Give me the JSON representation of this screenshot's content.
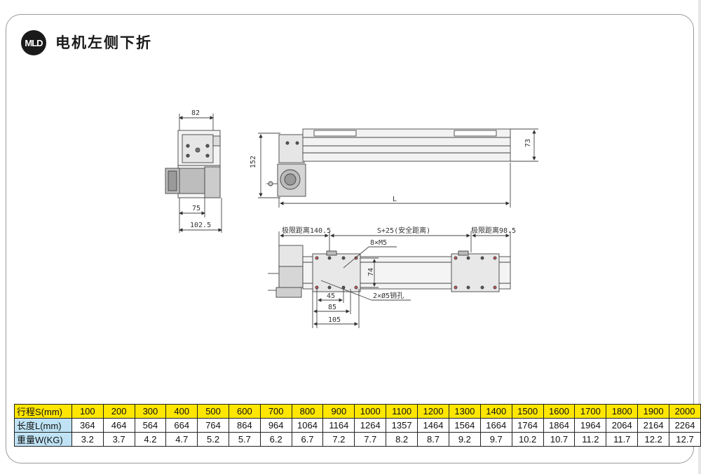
{
  "header": {
    "logo": "MLD",
    "title": "电机左侧下折"
  },
  "drawing": {
    "side_view": {
      "width_top": "82",
      "width_bottom_a": "75",
      "width_bottom_b": "102.5"
    },
    "front_view": {
      "height_total": "152",
      "height_profile": "73",
      "length": "L"
    },
    "top_view": {
      "limit_left": "极限距离140.5",
      "stroke": "S+25(安全距离)",
      "limit_right": "极限距离98.5",
      "screw_note": "8×M5",
      "pin_note": "2×Ø5销孔",
      "dim_74": "74",
      "dim_45": "45",
      "dim_85": "85",
      "dim_105": "105"
    }
  },
  "table": {
    "rows": [
      {
        "label": "行程S(mm)",
        "values": [
          "100",
          "200",
          "300",
          "400",
          "500",
          "600",
          "700",
          "800",
          "900",
          "1000",
          "1100",
          "1200",
          "1300",
          "1400",
          "1500",
          "1600",
          "1700",
          "1800",
          "1900",
          "2000"
        ]
      },
      {
        "label": "长度L(mm)",
        "values": [
          "364",
          "464",
          "564",
          "664",
          "764",
          "864",
          "964",
          "1064",
          "1164",
          "1264",
          "1357",
          "1464",
          "1564",
          "1664",
          "1764",
          "1864",
          "1964",
          "2064",
          "2164",
          "2264"
        ]
      },
      {
        "label": "重量W(KG)",
        "values": [
          "3.2",
          "3.7",
          "4.2",
          "4.7",
          "5.2",
          "5.7",
          "6.2",
          "6.7",
          "7.2",
          "7.7",
          "8.2",
          "8.7",
          "9.2",
          "9.7",
          "10.2",
          "10.7",
          "11.2",
          "11.7",
          "12.2",
          "12.7"
        ]
      }
    ]
  }
}
